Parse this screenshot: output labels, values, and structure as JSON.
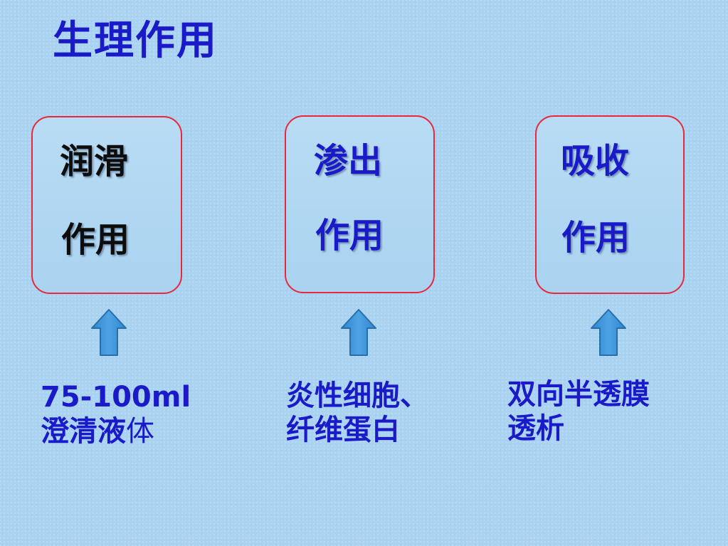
{
  "title": "生理作用",
  "cards": [
    {
      "line1": "润滑",
      "line2": "作用"
    },
    {
      "line1": "渗出",
      "line2": "作用"
    },
    {
      "line1": "吸收",
      "line2": "作用"
    }
  ],
  "captions": [
    {
      "line1": "75-100ml",
      "line2_bold": "澄清液",
      "line2_light": "体"
    },
    {
      "line1": "炎性细胞、",
      "line2": "纤维蛋白"
    },
    {
      "line1": "双向半透膜",
      "line2": "透析"
    }
  ],
  "icons": [
    "up-arrow-icon",
    "up-arrow-icon",
    "up-arrow-icon"
  ],
  "colors": {
    "background": "#a9d3f0",
    "title": "#1a1ac8",
    "card_border": "#e8283c",
    "arrow_fill": "#3b8fd6",
    "arrow_stroke": "#2a6ea8"
  }
}
